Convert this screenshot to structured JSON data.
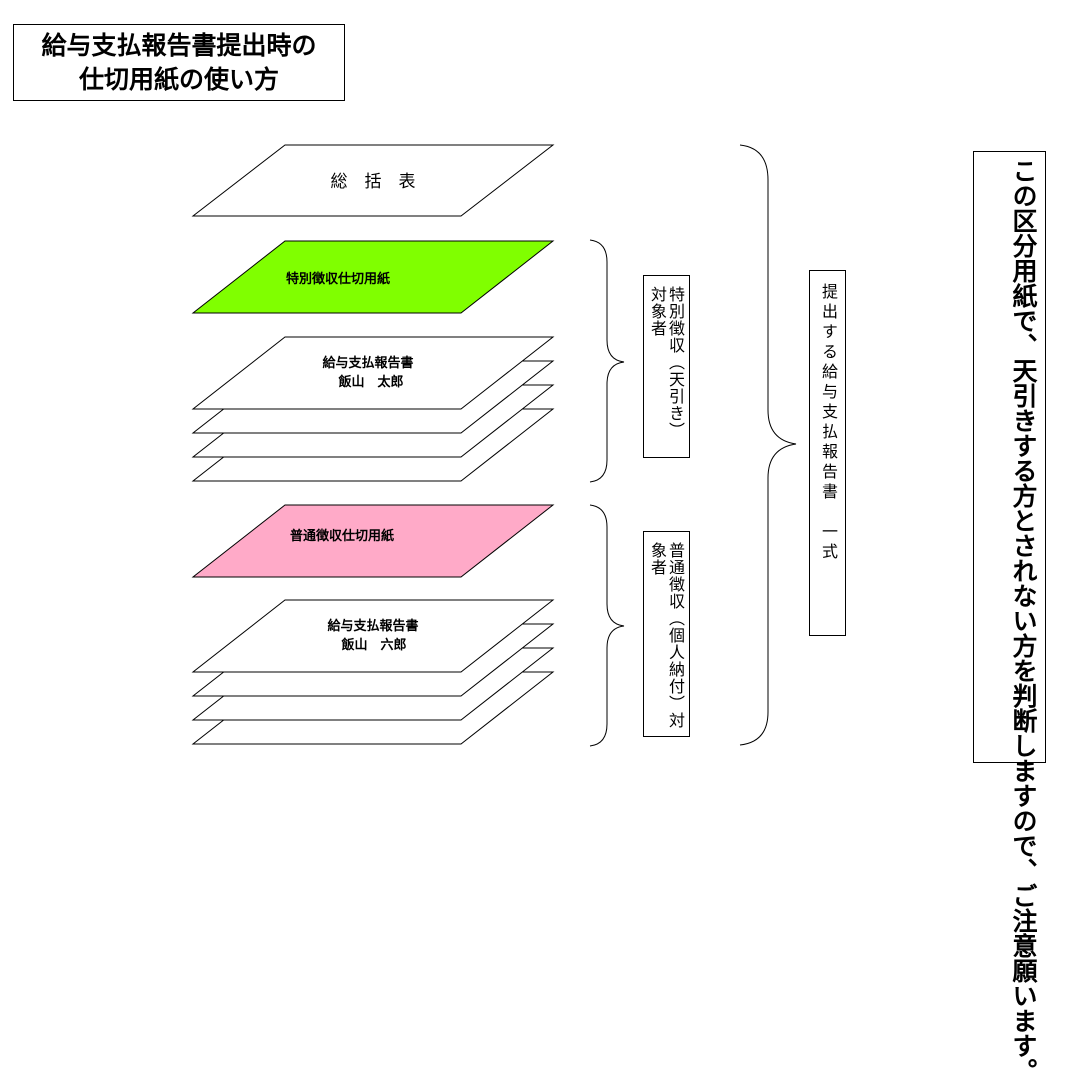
{
  "title": {
    "line1": "給与支払報告書提出時の",
    "line2": "仕切用紙の使い方"
  },
  "sheets": {
    "summary": "総　括　表",
    "special_separator": "特別徴収仕切用紙",
    "special_report_title": "給与支払報告書",
    "special_report_name": "飯山　太郎",
    "normal_separator": "普通徴収仕切用紙",
    "normal_report_title": "給与支払報告書",
    "normal_report_name": "飯山　六郎"
  },
  "labels": {
    "special_target": "特別徴収（天引き）対象者",
    "normal_target": "普通徴収（個人納付）対象者",
    "all_reports": "提出する給与支払報告書　一式"
  },
  "notice": "この区分用紙で、天引きする方とされない方を判断しますので、ご注意願います。",
  "colors": {
    "special_fill": "#80ff00",
    "normal_fill": "#ffaac8",
    "plain_fill": "#ffffff"
  }
}
